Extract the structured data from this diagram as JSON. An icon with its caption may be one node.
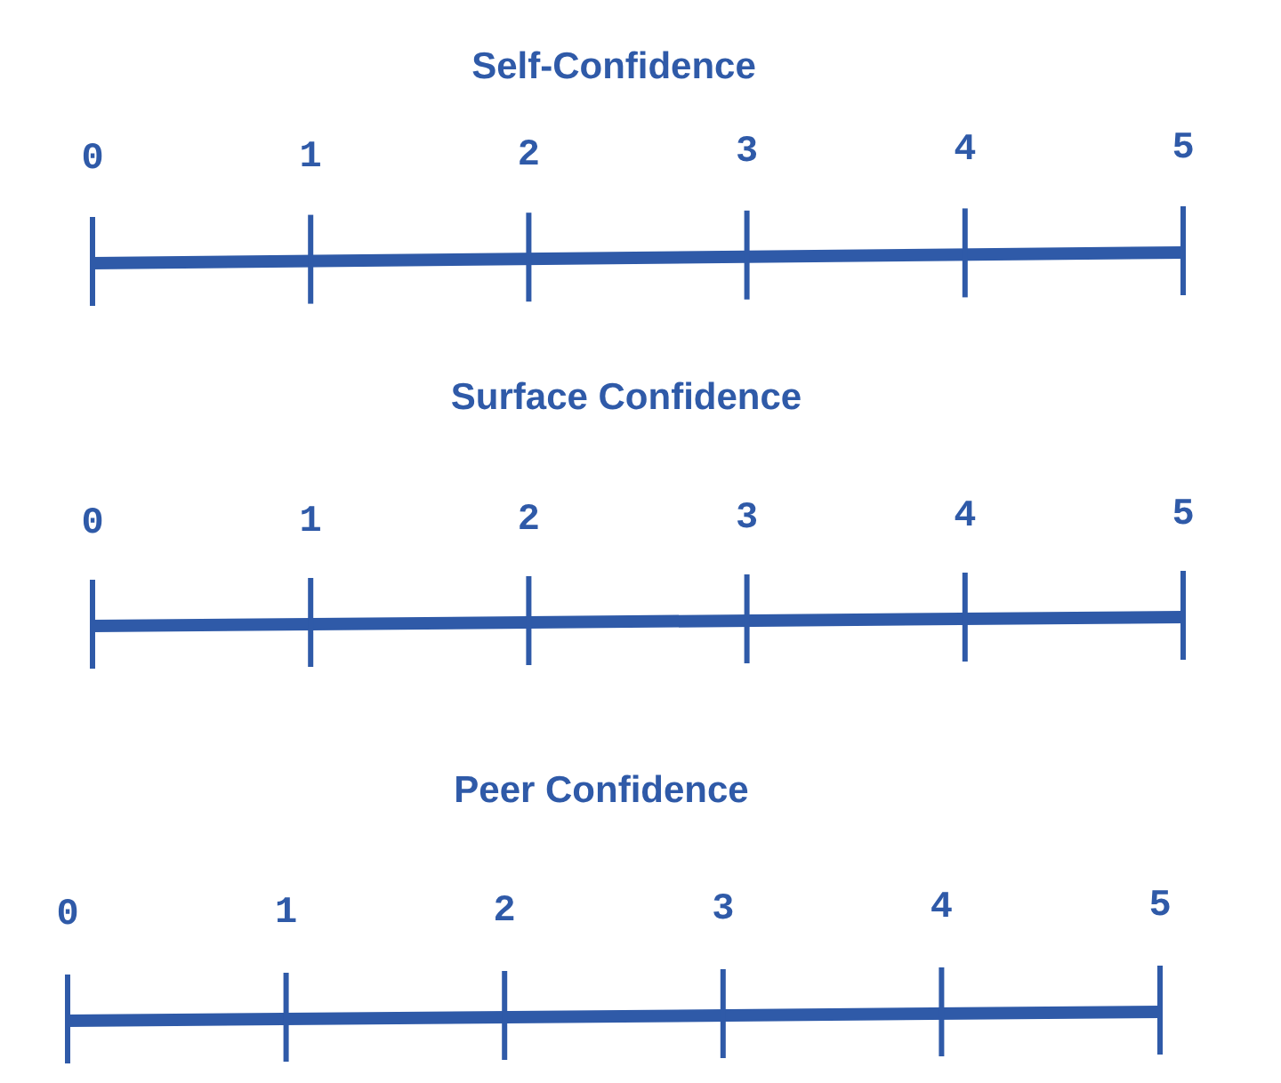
{
  "diagram": {
    "labels": [
      "Self-Confidence",
      "0",
      "1",
      "2",
      "3",
      "4",
      "5",
      "Surface Confidence",
      "0",
      "1",
      "2",
      "3",
      "4",
      "5",
      "Peer Confidence",
      "0",
      "1",
      "2",
      "3",
      "4",
      "5"
    ]
  }
}
